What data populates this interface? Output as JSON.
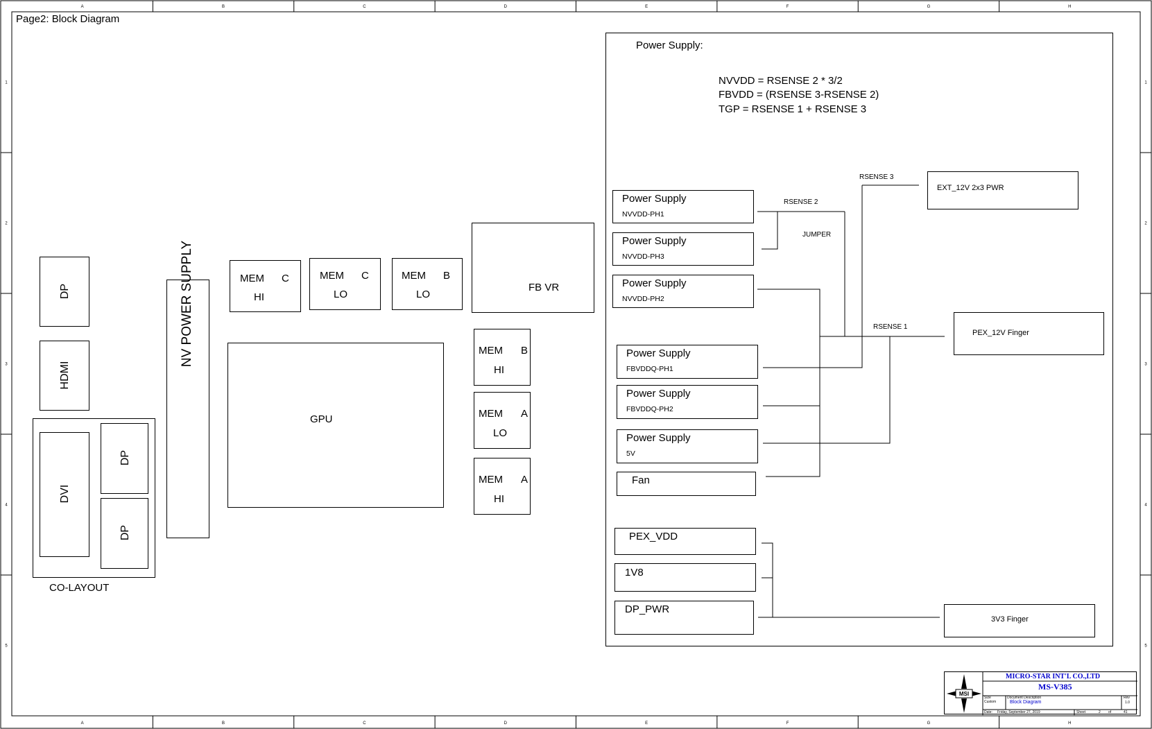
{
  "page_title": "Page2: Block Diagram",
  "border": {
    "columns": [
      "A",
      "B",
      "C",
      "D",
      "E",
      "F",
      "G",
      "H"
    ],
    "rows": [
      "1",
      "2",
      "3",
      "4",
      "5"
    ]
  },
  "left": {
    "dp1": "DP",
    "hdmi": "HDMI",
    "dvi": "DVI",
    "dp2": "DP",
    "dp3": "DP",
    "colayout": "CO-LAYOUT",
    "nv_power": "NV POWER SUPPLY",
    "gpu": "GPU",
    "fbvr": "FB VR",
    "mem": [
      {
        "id": "mem-c-hi",
        "l1": "MEM",
        "bank": "C",
        "l2": "HI"
      },
      {
        "id": "mem-c-lo",
        "l1": "MEM",
        "bank": "C",
        "l2": "LO"
      },
      {
        "id": "mem-b-lo",
        "l1": "MEM",
        "bank": "B",
        "l2": "LO"
      },
      {
        "id": "mem-b-hi",
        "l1": "MEM",
        "bank": "B",
        "l2": "HI"
      },
      {
        "id": "mem-a-lo",
        "l1": "MEM",
        "bank": "A",
        "l2": "LO"
      },
      {
        "id": "mem-a-hi",
        "l1": "MEM",
        "bank": "A",
        "l2": "HI"
      }
    ]
  },
  "power": {
    "title": "Power Supply:",
    "eq1": "NVVDD = RSENSE 2  * 3/2",
    "eq2": "FBVDD = (RSENSE 3-RSENSE 2)",
    "eq3": "TGP = RSENSE 1 + RSENSE 3",
    "supplies": [
      {
        "title": "Power Supply",
        "sub": "NVVDD-PH1"
      },
      {
        "title": "Power Supply",
        "sub": "NVVDD-PH3"
      },
      {
        "title": "Power Supply",
        "sub": "NVVDD-PH2"
      },
      {
        "title": "Power Supply",
        "sub": "FBVDDQ-PH1"
      },
      {
        "title": "Power Supply",
        "sub": "FBVDDQ-PH2"
      },
      {
        "title": "Power Supply",
        "sub": "5V"
      }
    ],
    "fan": "Fan",
    "pex_vdd": "PEX_VDD",
    "v1v8": "1V8",
    "dp_pwr": "DP_PWR",
    "ext12v": "EXT_12V 2x3 PWR",
    "pex12v": "PEX_12V Finger",
    "v3v3": "3V3 Finger",
    "rsense1": "RSENSE 1",
    "rsense2": "RSENSE 2",
    "rsense3": "RSENSE 3",
    "jumper": "JUMPER"
  },
  "title_block": {
    "company": "MICRO-STAR INT'L CO.,LTD",
    "model": "MS-V385",
    "logo": "MSI",
    "size_label": "Size",
    "size_value": "Custom",
    "doc_label": "Document Description",
    "doc_value": "Block Diagram",
    "rev_label": "Rev",
    "rev_value": "1.0",
    "date_label": "Date:",
    "date_value": "Friday, September 27, 2019",
    "sheet_label": "Sheet",
    "sheet_value": "2",
    "of_label": "of",
    "of_value": "41"
  }
}
